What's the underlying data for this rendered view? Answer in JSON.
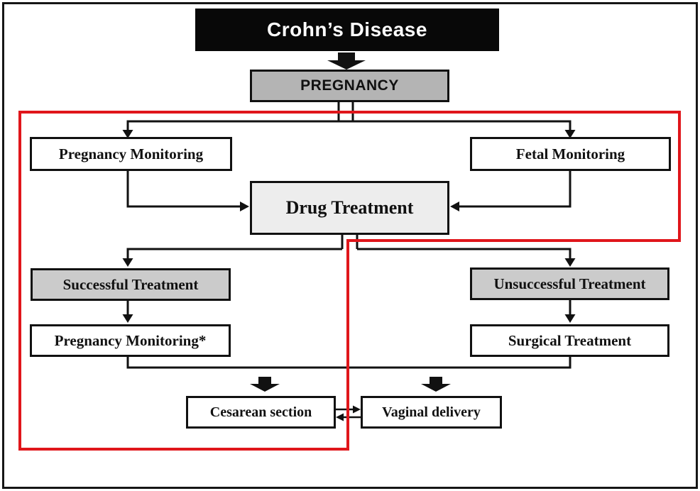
{
  "diagram": {
    "title": "Crohn’s Disease",
    "nodes": {
      "pregnancy": "PREGNANCY",
      "pregnancy_monitoring": "Pregnancy Monitoring",
      "fetal_monitoring": "Fetal Monitoring",
      "drug_treatment": "Drug Treatment",
      "successful_treatment": "Successful Treatment",
      "unsuccessful_treatment": "Unsuccessful Treatment",
      "pregnancy_monitoring_followup": "Pregnancy Monitoring*",
      "surgical_treatment": "Surgical Treatment",
      "cesarean_section": "Cesarean section",
      "vaginal_delivery": "Vaginal delivery"
    },
    "edges": [
      "Crohn’s Disease -> PREGNANCY (block arrow)",
      "PREGNANCY -> Pregnancy Monitoring",
      "PREGNANCY -> Fetal Monitoring",
      "Pregnancy Monitoring -> Drug Treatment",
      "Fetal Monitoring -> Drug Treatment",
      "Drug Treatment -> Successful Treatment",
      "Drug Treatment -> Unsuccessful Treatment",
      "Successful Treatment -> Pregnancy Monitoring*",
      "Unsuccessful Treatment -> Surgical Treatment",
      "Pregnancy Monitoring* / Surgical Treatment -> Cesarean section (block arrow)",
      "Pregnancy Monitoring* / Surgical Treatment -> Vaginal delivery (block arrow)",
      "Cesarean section <-> Vaginal delivery"
    ],
    "colors": {
      "title_bg": "#080808",
      "title_text": "#ffffff",
      "pregnancy_bg": "#b4b4b4",
      "treatment_bg": "#cbcbcb",
      "drug_bg": "#ededed",
      "line": "#111111",
      "highlight_outline": "#e0161b"
    }
  }
}
